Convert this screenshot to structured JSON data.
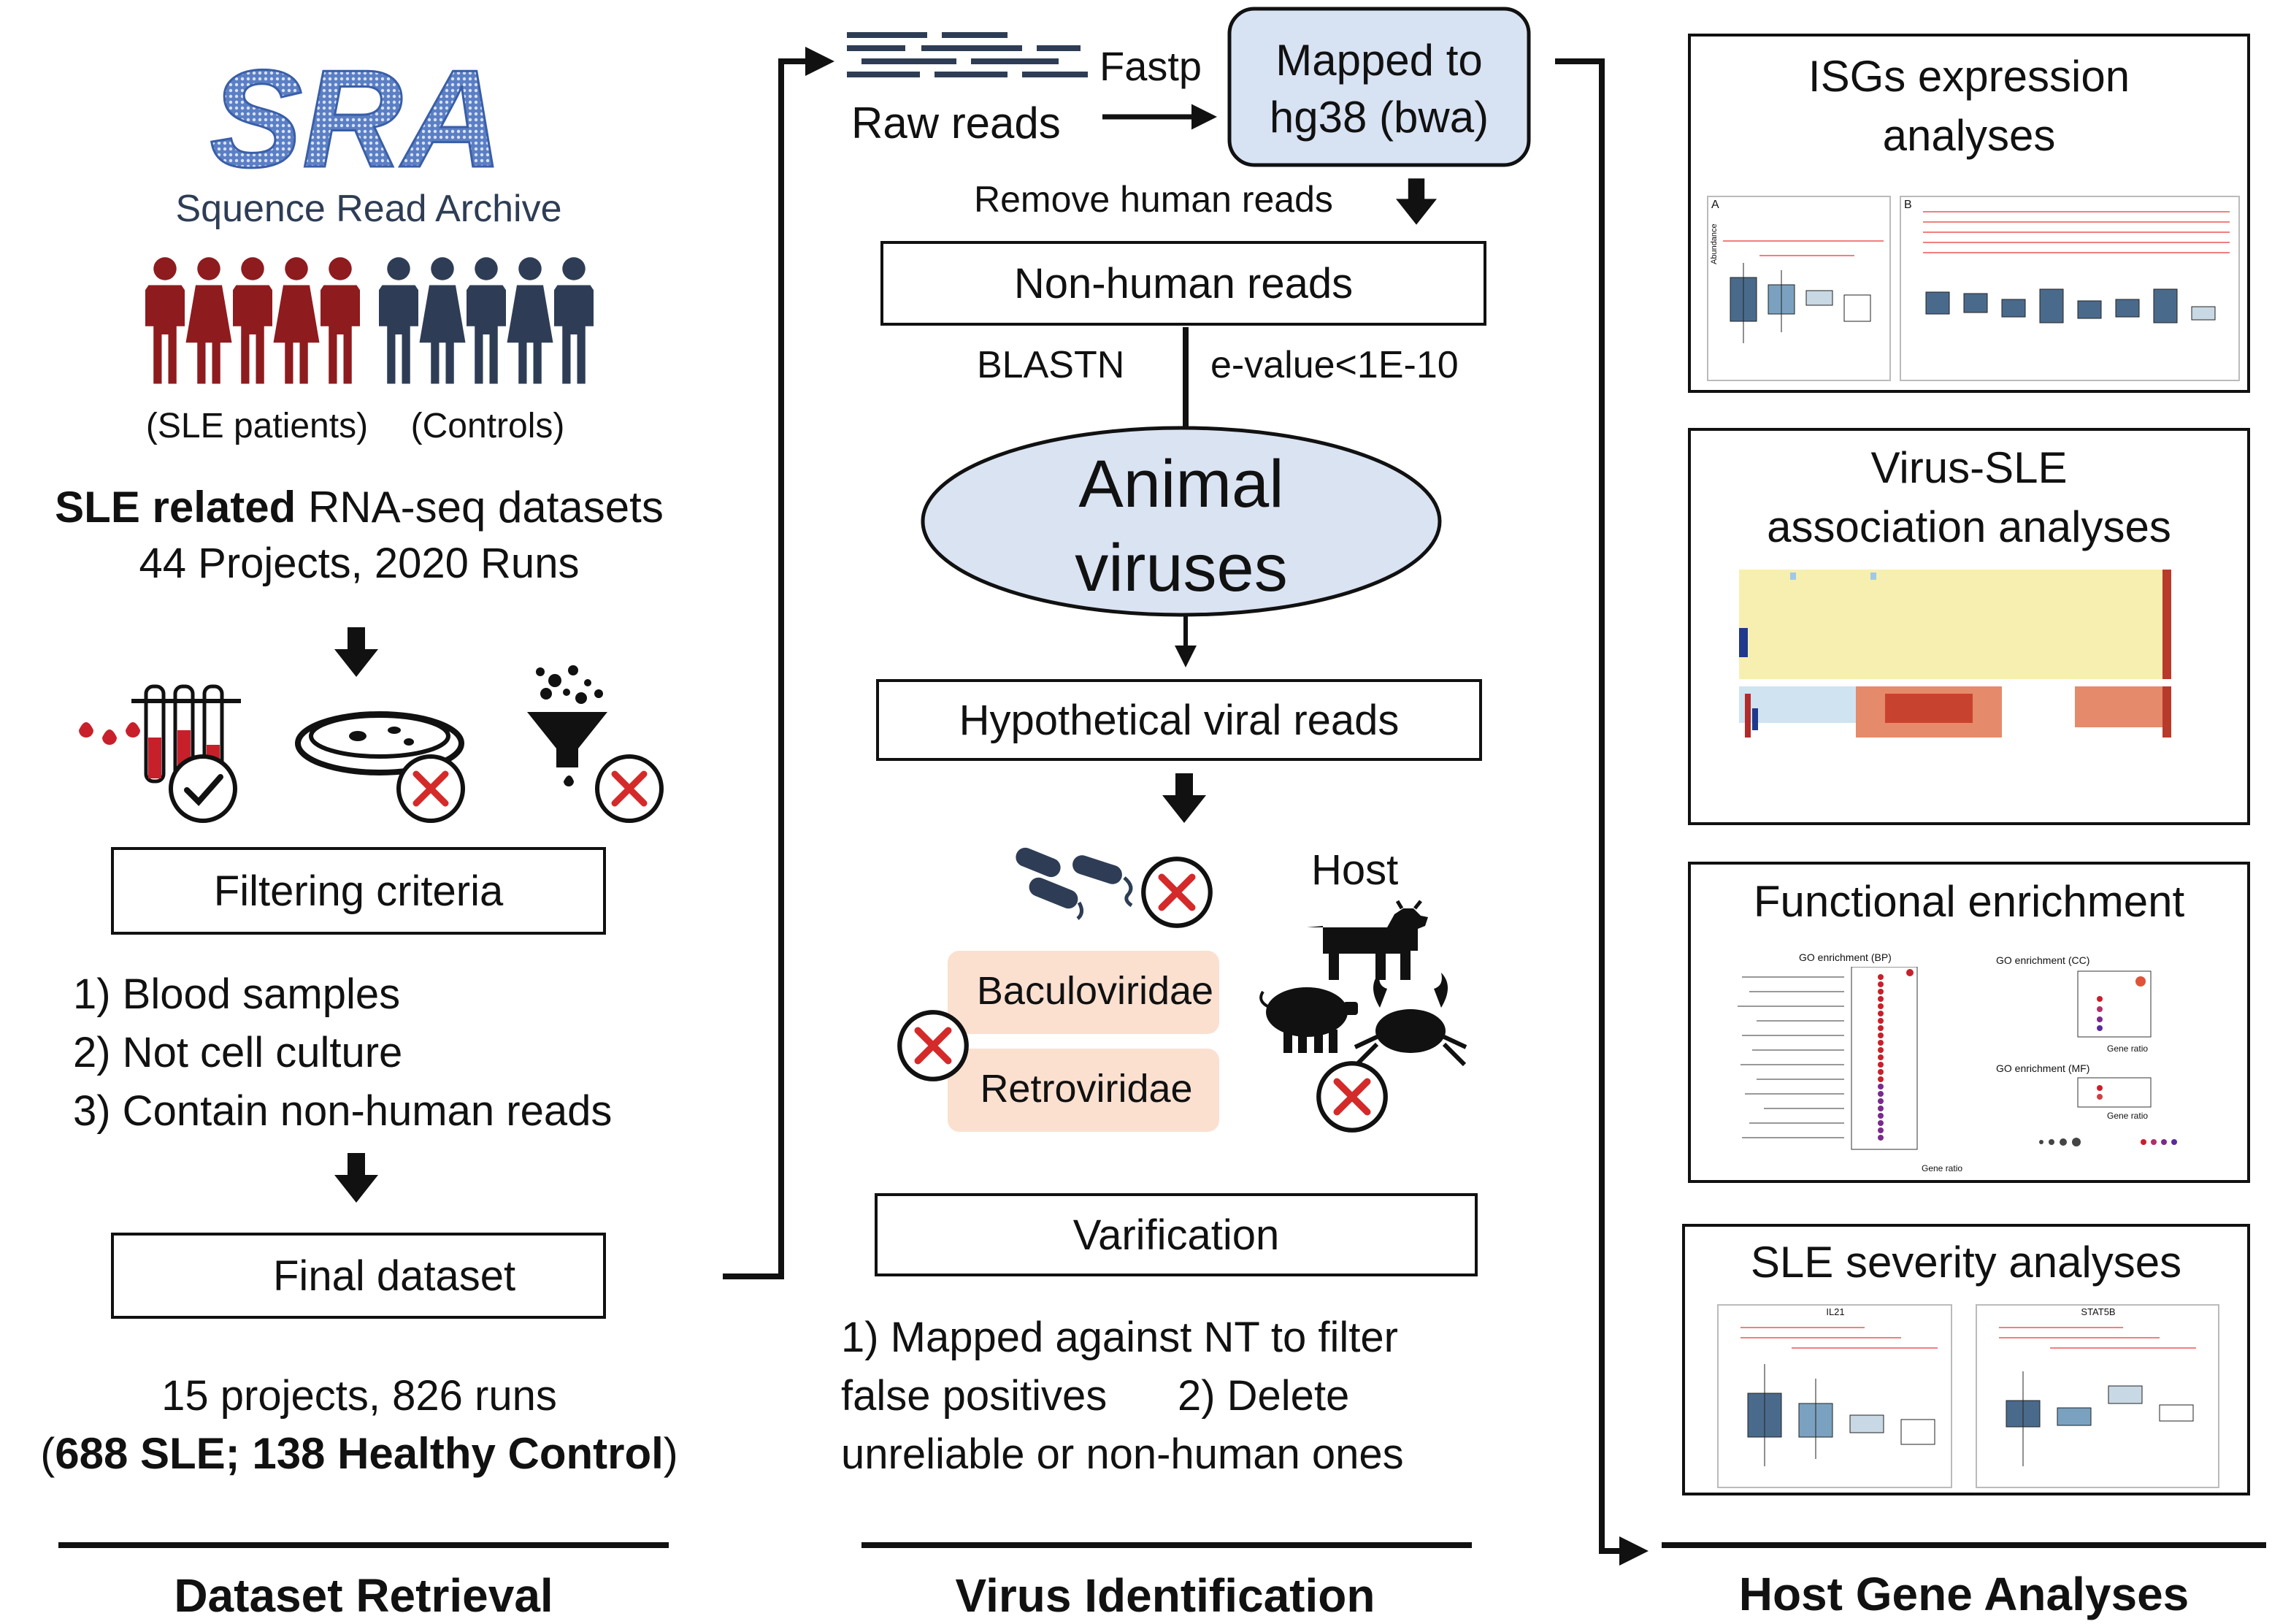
{
  "sra": {
    "logo": "SRA",
    "subtitle": "Squence Read Archive",
    "patients_label": "(SLE patients)",
    "controls_label": "(Controls)"
  },
  "datasets": {
    "line1_bold": "SLE related",
    "line1_rest": " RNA-seq datasets",
    "line2": "44 Projects, 2020 Runs"
  },
  "filtering": {
    "box": "Filtering criteria",
    "criteria": [
      "1) Blood samples",
      "2) Not cell culture",
      "3) Contain non-human reads"
    ]
  },
  "final": {
    "box": "Final dataset",
    "line1": "15 projects, 826 runs",
    "line2_open": "(",
    "line2_bold": "688 SLE; 138 Healthy Control",
    "line2_close": ")"
  },
  "pipeline": {
    "raw_reads": "Raw reads",
    "fastp": "Fastp",
    "mapped": "Mapped to\nhg38 (bwa)",
    "remove_human": "Remove human reads",
    "non_human": "Non-human reads",
    "blastn": "BLASTN",
    "evalue": "e-value<1E-10",
    "animal_viruses": "Animal\nviruses",
    "hypothetical": "Hypothetical viral reads",
    "host": "Host",
    "baculo": "Baculoviridae",
    "retro": "Retroviridae",
    "verification": "Varification",
    "verif_line1": "1) Mapped against NT to filter",
    "verif_line2": "false positives      2) Delete",
    "verif_line3": "unreliable or non-human ones"
  },
  "analyses": {
    "isg": "ISGs expression\nanalyses",
    "assoc": "Virus-SLE\nassociation analyses",
    "func": "Functional enrichment",
    "severity": "SLE severity analyses",
    "isg_panel_a": "A",
    "isg_panel_b": "B",
    "go_bp": "GO enrichment (BP)",
    "go_cc": "GO enrichment (CC)",
    "go_mf": "GO enrichment (MF)",
    "gene_ratio": "Gene ratio",
    "abundance": "Abundance",
    "il21": "IL21",
    "stat5b": "STAT5B"
  },
  "sections": {
    "retrieval": "Dataset Retrieval",
    "identification": "Virus Identification",
    "host_gene": "Host Gene Analyses"
  },
  "colors": {
    "sle_red": "#8e1b1e",
    "control_navy": "#2e3d55",
    "oval_blue": "#d9e3f2",
    "box_blue": "#d7e2f3",
    "peach": "#fbe0d0",
    "cross_red": "#d42a2a",
    "logo_blue": "#3a5fa8"
  }
}
